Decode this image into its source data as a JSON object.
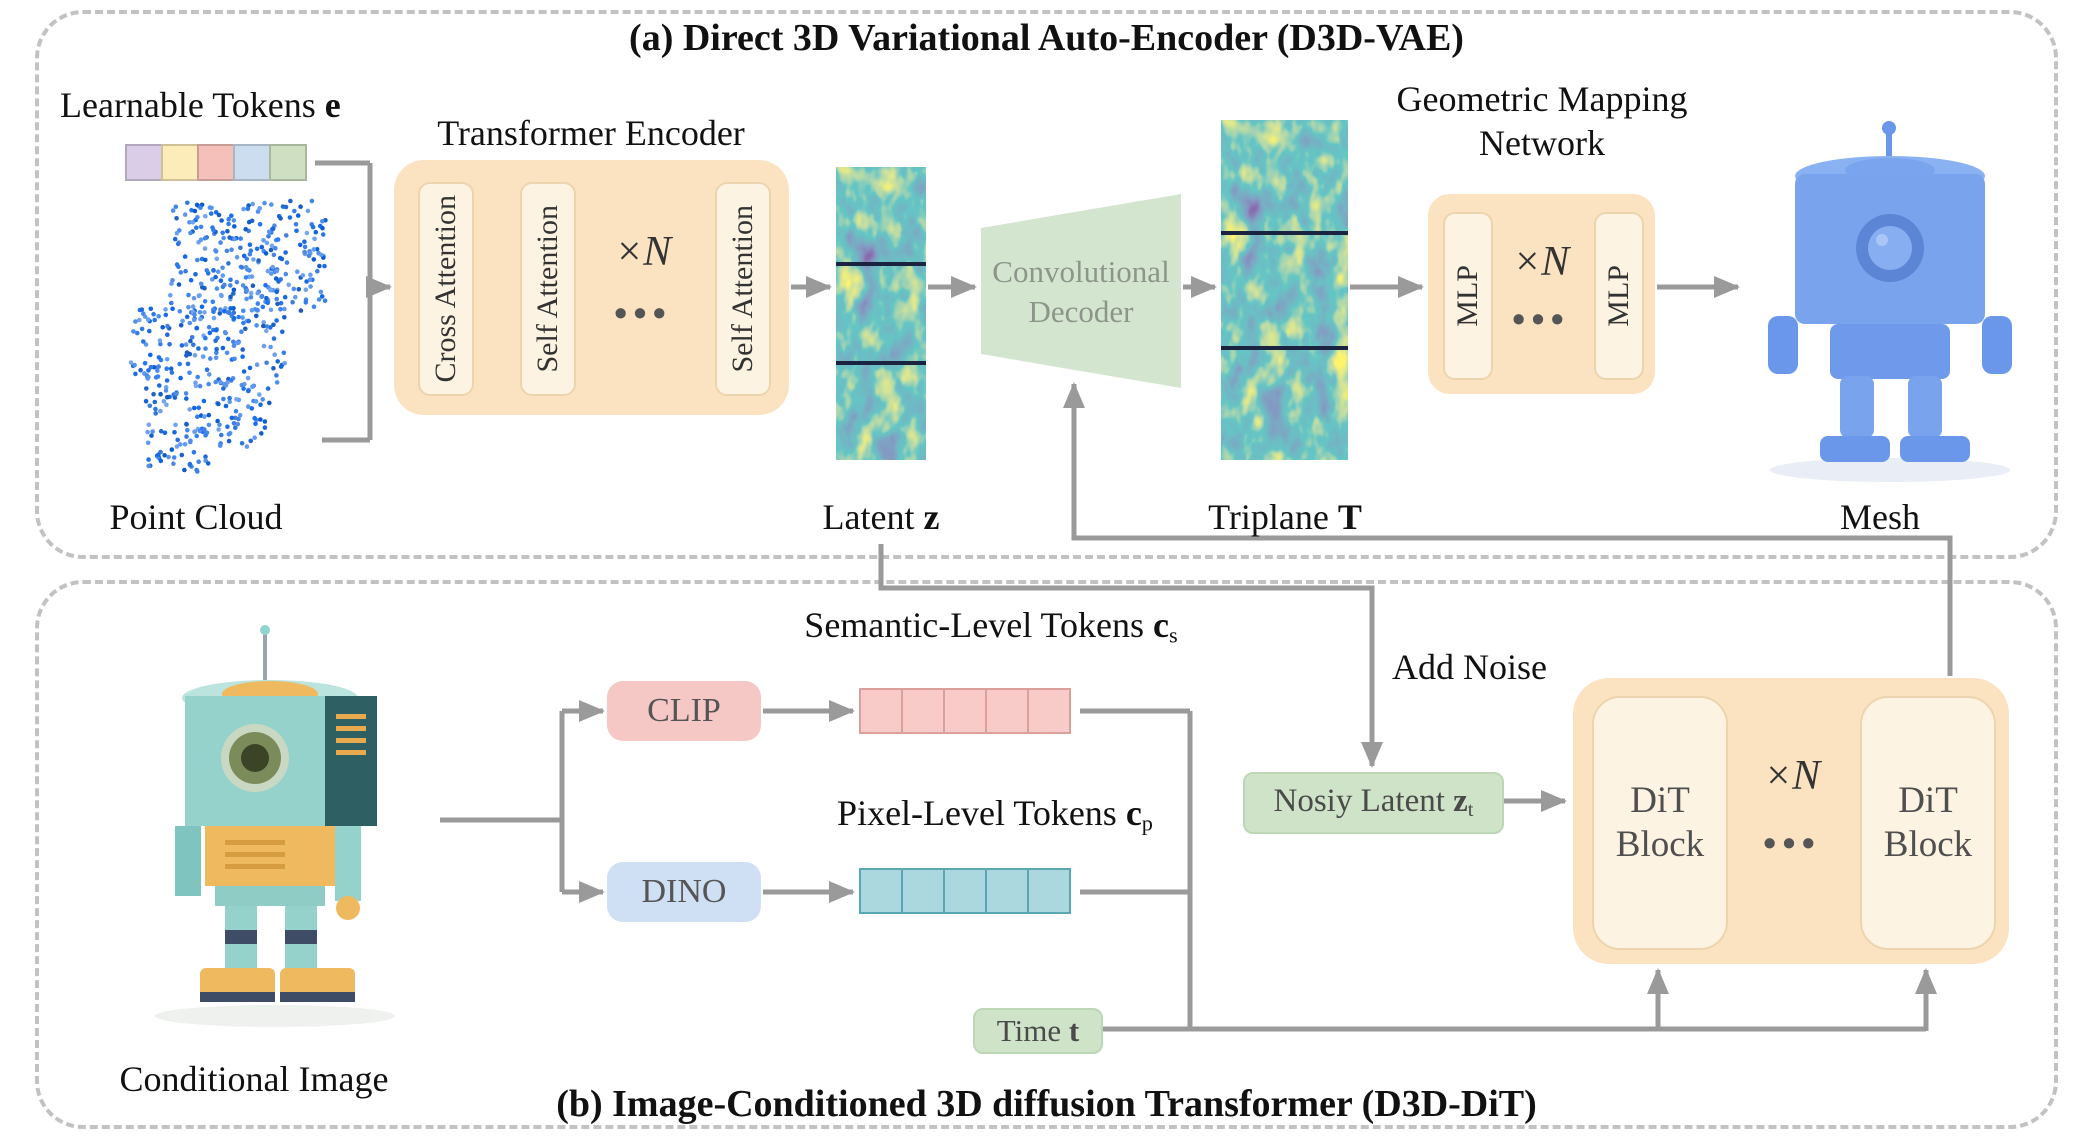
{
  "panel_a": {
    "title": "(a) Direct 3D Variational Auto-Encoder (D3D-VAE)",
    "learnable_tokens": {
      "prefix": "Learnable Tokens ",
      "symbol": "e"
    },
    "token_colors": [
      "#d9cde8",
      "#fcecba",
      "#f5c0ba",
      "#cdddf0",
      "#cfe0c2"
    ],
    "point_cloud_label": "Point Cloud",
    "transformer_encoder": {
      "title": "Transformer Encoder",
      "block1": "Cross Attention",
      "block2": "Self Attention",
      "block3": "Self Attention",
      "repeat": "×N",
      "dots": "•••"
    },
    "latent": {
      "prefix": "Latent ",
      "symbol": "z"
    },
    "conv_decoder": {
      "line1": "Convolutional",
      "line2": "Decoder"
    },
    "triplane": {
      "prefix": "Triplane ",
      "symbol": "T"
    },
    "gmn": {
      "title_line1": "Geometric Mapping",
      "title_line2": "Network",
      "mlp_left": "MLP",
      "mlp_right": "MLP",
      "repeat": "×N",
      "dots": "•••"
    },
    "mesh_label": "Mesh"
  },
  "panel_b": {
    "title": "(b) Image-Conditioned 3D diffusion Transformer (D3D-DiT)",
    "conditional_image_label": "Conditional Image",
    "clip_label": "CLIP",
    "dino_label": "DINO",
    "semantic_tokens": {
      "prefix": "Semantic-Level Tokens ",
      "symbol": "c",
      "sub": "s"
    },
    "pixel_tokens": {
      "prefix": "Pixel-Level Tokens ",
      "symbol": "c",
      "sub": "p"
    },
    "semantic_token_colors": [
      "#f8cac8",
      "#f8cac8",
      "#f8cac8",
      "#f8cac8",
      "#f8cac8"
    ],
    "pixel_token_colors": [
      "#abd8de",
      "#abd8de",
      "#abd8de",
      "#abd8de",
      "#abd8de"
    ],
    "add_noise_label": "Add Noise",
    "noisy_latent": {
      "prefix": "Nosiy Latent ",
      "symbol": "z",
      "sub": "t"
    },
    "time": {
      "prefix": "Time ",
      "symbol": "t"
    },
    "dit": {
      "block_left_line1": "DiT",
      "block_left_line2": "Block",
      "block_right_line1": "DiT",
      "block_right_line2": "Block",
      "repeat": "×N",
      "dots": "•••"
    }
  },
  "colors": {
    "arrow": "#9a9a9a",
    "panel_border": "#c2c2c2",
    "orange_box": "#fbe3c2",
    "orange_inner": "#fdf3e2",
    "green_box": "#cfe3c8",
    "conv_green": "#d3e5cf",
    "clip_pink": "#f5c8c5",
    "dino_blue": "#cfdff4",
    "token_pink_border": "#dca09b",
    "token_teal_border": "#58a7b3"
  }
}
